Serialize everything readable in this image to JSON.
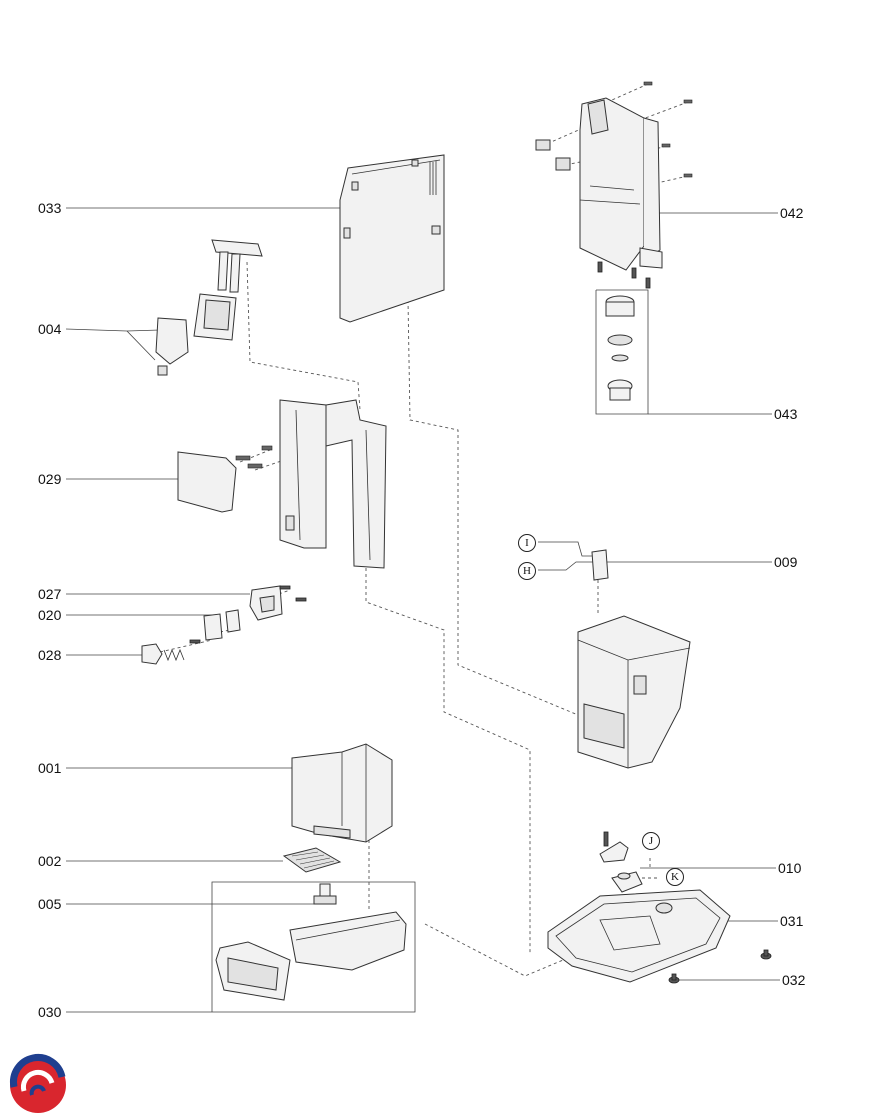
{
  "labels": {
    "l033": "033",
    "l004": "004",
    "l029": "029",
    "l027": "027",
    "l020": "020",
    "l028": "028",
    "l001": "001",
    "l002": "002",
    "l005": "005",
    "l030": "030",
    "l042": "042",
    "l043": "043",
    "l009": "009",
    "l010": "010",
    "l031": "031",
    "l032": "032"
  },
  "markers": {
    "i": "I",
    "h": "H",
    "j": "J",
    "k": "K"
  },
  "colors": {
    "logo_red": "#d9262e",
    "logo_blue": "#1f3f8f",
    "line": "#444444"
  }
}
